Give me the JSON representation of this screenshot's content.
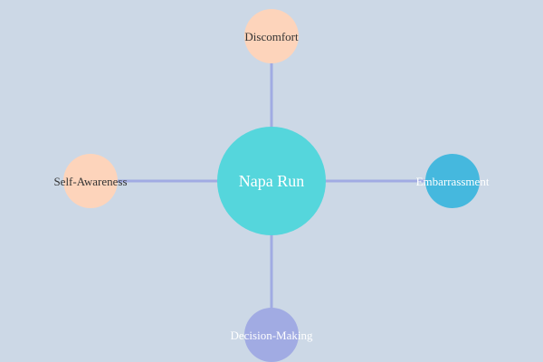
{
  "diagram": {
    "center": {
      "label": "Napa Run",
      "fill": "#55d6dc",
      "text_color": "#ffffff"
    },
    "nodes": [
      {
        "id": "top",
        "label": "Discomfort",
        "fill": "#fdd4bb",
        "text_color": "#333333"
      },
      {
        "id": "left",
        "label": "Self-Awareness",
        "fill": "#fdd4bb",
        "text_color": "#333333"
      },
      {
        "id": "right",
        "label": "Embarrassment",
        "fill": "#45b8de",
        "text_color": "#ffffff"
      },
      {
        "id": "bottom",
        "label": "Decision-Making",
        "fill": "#a1abe3",
        "text_color": "#ffffff"
      }
    ],
    "edge_color": "#a1abe3",
    "background": "#ccd8e6"
  }
}
